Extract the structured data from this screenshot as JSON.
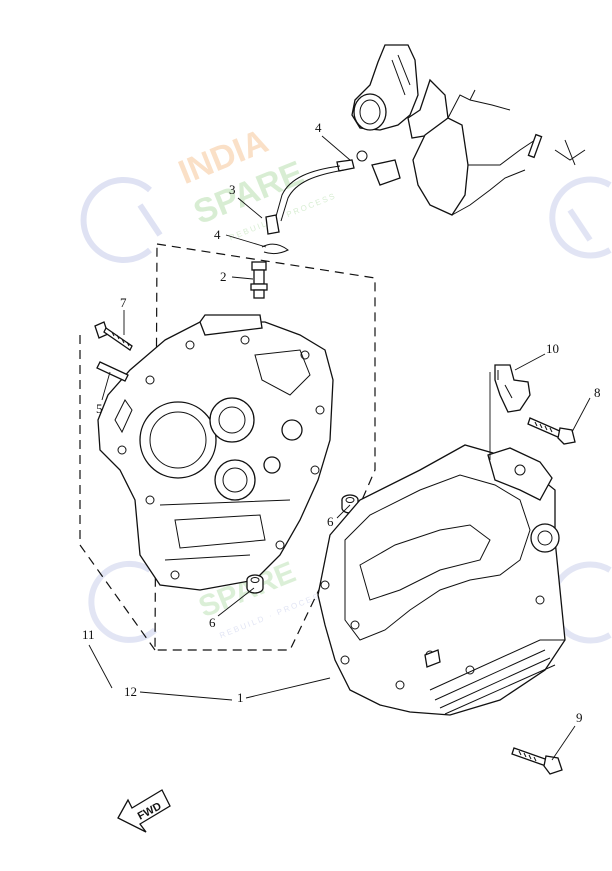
{
  "watermark": {
    "line1": "INDIA",
    "line2": "SPARE",
    "tagline": "REBUILD · PROCESS",
    "colors": {
      "orange": "#f6c79a",
      "green": "#b9e0b0",
      "blue": "#c5cbea"
    }
  },
  "callouts": [
    {
      "id": "c1",
      "text": "1"
    },
    {
      "id": "c2",
      "text": "2"
    },
    {
      "id": "c3",
      "text": "3"
    },
    {
      "id": "c4a",
      "text": "4"
    },
    {
      "id": "c4b",
      "text": "4"
    },
    {
      "id": "c5",
      "text": "5"
    },
    {
      "id": "c6a",
      "text": "6"
    },
    {
      "id": "c6b",
      "text": "6"
    },
    {
      "id": "c7",
      "text": "7"
    },
    {
      "id": "c8",
      "text": "8"
    },
    {
      "id": "c9",
      "text": "9"
    },
    {
      "id": "c10",
      "text": "10"
    },
    {
      "id": "c11",
      "text": "11"
    },
    {
      "id": "c12",
      "text": "12"
    }
  ],
  "fwd_label": "FWD",
  "line_color": "#111111"
}
